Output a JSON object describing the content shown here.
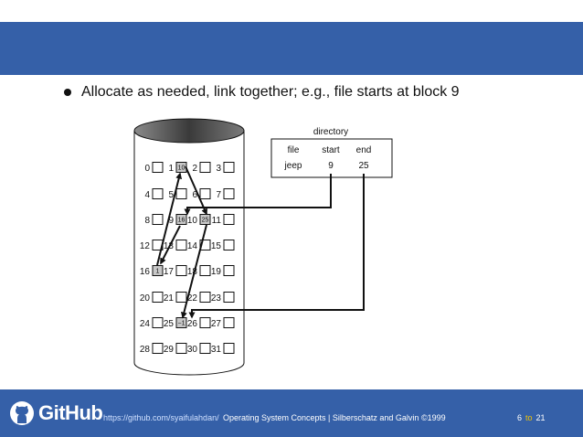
{
  "slide": {
    "bullet": "Allocate as needed, link together; e.g., file starts at block 9"
  },
  "directory": {
    "title": "directory",
    "headers": [
      "file",
      "start",
      "end"
    ],
    "rows": [
      {
        "file": "jeep",
        "start": "9",
        "end": "25"
      }
    ]
  },
  "disk": {
    "block_labels": [
      "0",
      "1",
      "2",
      "3",
      "4",
      "5",
      "6",
      "7",
      "8",
      "9",
      "10",
      "11",
      "12",
      "13",
      "14",
      "15",
      "16",
      "17",
      "18",
      "19",
      "20",
      "21",
      "22",
      "23",
      "24",
      "25",
      "26",
      "27",
      "28",
      "29",
      "30",
      "31"
    ],
    "block_values": {
      "1": "10",
      "9": "16",
      "10": "25",
      "16": "1",
      "25": "−1"
    },
    "chain": [
      "9",
      "16",
      "1",
      "10",
      "25"
    ]
  },
  "footer": {
    "logo_text": "GitHub",
    "url": "https://github.com/syaifulahdan/",
    "course": "Operating System Concepts | Silberschatz and Galvin ©1999",
    "page_current": "6",
    "page_sep": "to",
    "page_total": "21"
  },
  "colors": {
    "band": "#3560a8",
    "used_block_fill": "#c8c8c8",
    "page_separator": "#f2c200"
  }
}
